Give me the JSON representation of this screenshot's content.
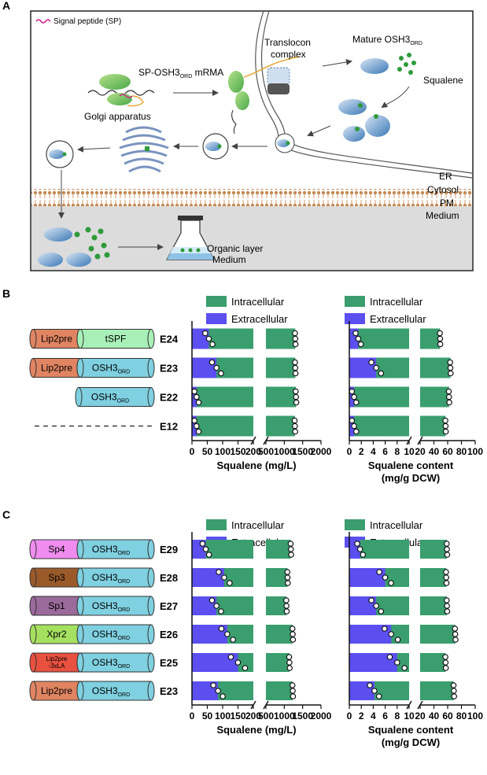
{
  "panelA": {
    "letter": "A",
    "legend_sp": "Signal peptide (SP)",
    "mrna_label": "SP-OSH3",
    "mrna_sub": "ORD",
    "mrna_tail": " mRMA",
    "translocon_1": "Translocon",
    "translocon_2": "complex",
    "mature_label": "Mature OSH3",
    "mature_sub": "ORD",
    "squalene": "Squalene",
    "golgi": "Golgi apparatus",
    "er": "ER",
    "cytosol": "Cytosol",
    "pm": "PM",
    "medium": "Medium",
    "organic": "Organic layer",
    "medium2": "Medium"
  },
  "panelB": {
    "letter": "B",
    "legend_intra": "Intracellular",
    "legend_extra": "Extracellular",
    "strains": [
      "E24",
      "E23",
      "E22",
      "E12"
    ],
    "constructs": [
      {
        "strain": "E24",
        "parts": [
          "Lip2pre",
          "tSPF"
        ]
      },
      {
        "strain": "E23",
        "parts": [
          "Lip2pre",
          "OSH3"
        ]
      },
      {
        "strain": "E22",
        "parts": [
          "OSH3"
        ]
      },
      {
        "strain": "E12",
        "parts": []
      }
    ],
    "xlabel_left": "Squalene (mg/L)",
    "xlabel_right_1": "Squalene content",
    "xlabel_right_2": "(mg/g DCW)"
  },
  "panelC": {
    "letter": "C",
    "legend_intra": "Intracellular",
    "legend_extra": "Extracellular",
    "strains": [
      "E29",
      "E28",
      "E27",
      "E26",
      "E25",
      "E23"
    ],
    "constructs": [
      {
        "strain": "E29",
        "parts": [
          "Sp4",
          "OSH3"
        ]
      },
      {
        "strain": "E28",
        "parts": [
          "Sp3",
          "OSH3"
        ]
      },
      {
        "strain": "E27",
        "parts": [
          "Sp1",
          "OSH3"
        ]
      },
      {
        "strain": "E26",
        "parts": [
          "Xpr2",
          "OSH3"
        ]
      },
      {
        "strain": "E25",
        "parts": [
          "Lip2pre\n-3xLA",
          "OSH3"
        ]
      },
      {
        "strain": "E23",
        "parts": [
          "Lip2pre",
          "OSH3"
        ]
      }
    ],
    "xlabel_left": "Squalene (mg/L)",
    "xlabel_right_1": "Squalene content",
    "xlabel_right_2": "(mg/g DCW)"
  },
  "ord_sub": "ORD",
  "ticks": {
    "left_a": [
      "0",
      "50",
      "100",
      "150",
      "200"
    ],
    "left_b": [
      "500",
      "1000",
      "1500",
      "2000"
    ],
    "right_a": [
      "0",
      "2",
      "4",
      "6",
      "8",
      "10"
    ],
    "right_b": [
      "20",
      "40",
      "60",
      "80",
      "100"
    ]
  },
  "colors": {
    "intracellular": "#3a9e6e",
    "extracellular": "#5b4ff0",
    "osh3": "#7fd0e0",
    "lip2pre": "#e08462",
    "tspf": "#a8f0b8",
    "sp4": "#f08cf0",
    "sp3": "#9a5a2a",
    "sp1": "#9a6a9a",
    "xpr2": "#a6e060",
    "lip2pre3xla": "#e85040"
  },
  "chart_data": [
    {
      "type": "bar",
      "panel": "B-left",
      "categories": [
        "E24",
        "E23",
        "E22",
        "E12"
      ],
      "series": [
        {
          "name": "Intracellular",
          "values": [
            1300,
            1300,
            1320,
            1290
          ]
        },
        {
          "name": "Extracellular",
          "values": [
            55,
            80,
            15,
            15
          ]
        }
      ],
      "xlabel": "Squalene (mg/L)",
      "xlim_segments": [
        [
          0,
          200
        ],
        [
          500,
          2000
        ]
      ]
    },
    {
      "type": "bar",
      "panel": "B-right",
      "categories": [
        "E24",
        "E23",
        "E22",
        "E12"
      ],
      "series": [
        {
          "name": "Intracellular",
          "values": [
            49,
            64,
            62,
            57
          ]
        },
        {
          "name": "Extracellular",
          "values": [
            1.5,
            4.5,
            0.8,
            0.8
          ]
        }
      ],
      "xlabel": "Squalene content (mg/g DCW)",
      "xlim_segments": [
        [
          0,
          10
        ],
        [
          20,
          100
        ]
      ]
    },
    {
      "type": "bar",
      "panel": "C-left",
      "categories": [
        "E29",
        "E28",
        "E27",
        "E26",
        "E25",
        "E23"
      ],
      "series": [
        {
          "name": "Intracellular",
          "values": [
            1180,
            1090,
            1060,
            1230,
            1140,
            1230
          ]
        },
        {
          "name": "Extracellular",
          "values": [
            45,
            105,
            80,
            115,
            150,
            85
          ]
        }
      ],
      "xlabel": "Squalene (mg/L)",
      "xlim_segments": [
        [
          0,
          200
        ],
        [
          500,
          2000
        ]
      ]
    },
    {
      "type": "bar",
      "panel": "C-right",
      "categories": [
        "E29",
        "E28",
        "E27",
        "E26",
        "E25",
        "E23"
      ],
      "series": [
        {
          "name": "Intracellular",
          "values": [
            59,
            58,
            59,
            71,
            57,
            69
          ]
        },
        {
          "name": "Extracellular",
          "values": [
            1.8,
            6,
            4.5,
            7,
            8,
            4.2
          ]
        }
      ],
      "xlabel": "Squalene content (mg/g DCW)",
      "xlim_segments": [
        [
          0,
          10
        ],
        [
          20,
          100
        ]
      ]
    }
  ]
}
